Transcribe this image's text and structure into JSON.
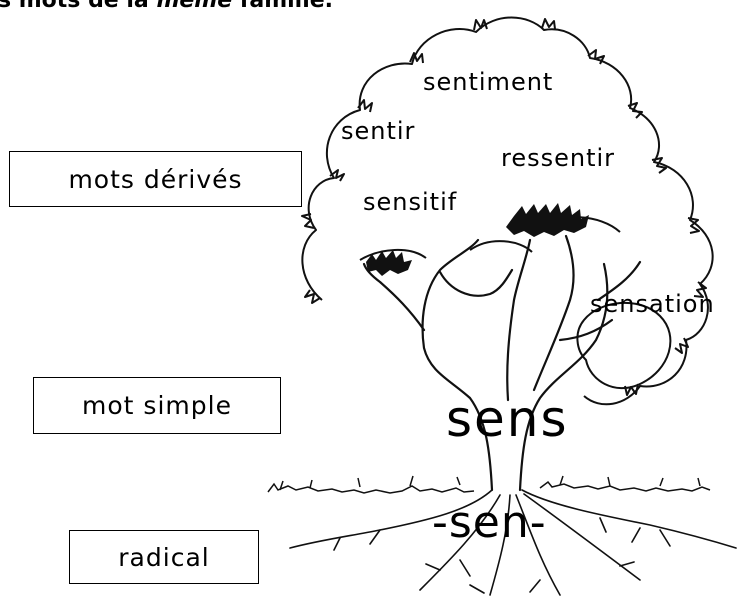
{
  "header": {
    "text_before": "s mots de la ",
    "text_italic": "même",
    "text_after": " famille."
  },
  "labels": {
    "derived_words": "mots dérivés",
    "simple_word": "mot simple",
    "radical": "radical"
  },
  "tree_words": {
    "sentiment": "sentiment",
    "sentir": "sentir",
    "ressentir": "ressentir",
    "sensitif": "sensitif",
    "sensation": "sensation",
    "trunk": "sens",
    "root": "-sen-"
  }
}
